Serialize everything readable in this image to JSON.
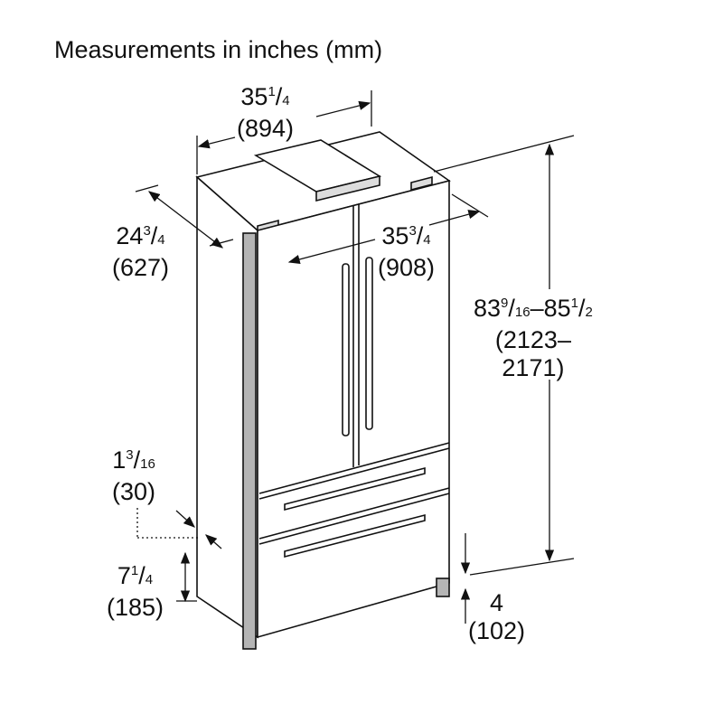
{
  "title": "Measurements in inches (mm)",
  "dimensions": {
    "top_width": {
      "whole": "35",
      "num": "1",
      "den": "4",
      "mm": "(894)"
    },
    "depth": {
      "whole": "24",
      "num": "3",
      "den": "4",
      "mm": "(627)"
    },
    "front_width": {
      "whole": "35",
      "num": "3",
      "den": "4",
      "mm": "(908)"
    },
    "height": {
      "whole1": "83",
      "num1": "9",
      "den1": "16",
      "dash": "–",
      "whole2": "85",
      "num2": "1",
      "den2": "2",
      "mm1": "(2123–",
      "mm2": "2171)"
    },
    "door_offset": {
      "whole": "1",
      "num": "3",
      "den": "16",
      "mm": "(30)"
    },
    "base_height": {
      "whole": "7",
      "num": "1",
      "den": "4",
      "mm": "(185)"
    },
    "toe_kick": {
      "inches": "4",
      "mm": "(102)"
    }
  }
}
